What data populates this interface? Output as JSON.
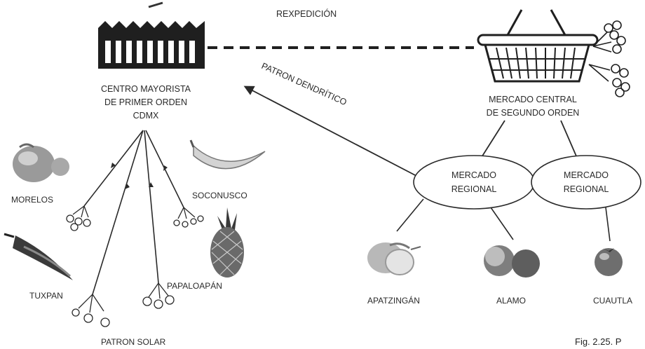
{
  "labels": {
    "rexpedicion": "REXPEDICIÓN",
    "patron_dendritico": "PATRON DENDRÍTICO",
    "centro_line1": "CENTRO MAYORISTA",
    "centro_line2": "DE PRIMER ORDEN",
    "centro_line3": "CDMX",
    "mercado_central_line1": "MERCADO CENTRAL",
    "mercado_central_line2": "DE SEGUNDO ORDEN",
    "regional_1_line1": "MERCADO",
    "regional_1_line2": "REGIONAL",
    "regional_2_line1": "MERCADO",
    "regional_2_line2": "REGIONAL",
    "morelos": "MORELOS",
    "soconusco": "SOCONUSCO",
    "tuxpan": "TUXPAN",
    "papaloapan": "PAPALOAPÁN",
    "patron_solar": "PATRON SOLAR",
    "apatzingan": "APATZINGÁN",
    "alamo": "ALAMO",
    "cuautla": "CUAUTLA",
    "caption": "Fig. 2.25. P"
  },
  "colors": {
    "ink": "#2a2a2a",
    "fruit_gray": "#9a9a9a",
    "fruit_light": "#cfcfcf"
  },
  "icons": [
    "warehouse-icon",
    "basket-icon",
    "fruit-cluster-icon",
    "pineapple-icon",
    "banana-icon",
    "orange-icon",
    "tomato-icon",
    "guava-icon",
    "plantain-icon"
  ]
}
